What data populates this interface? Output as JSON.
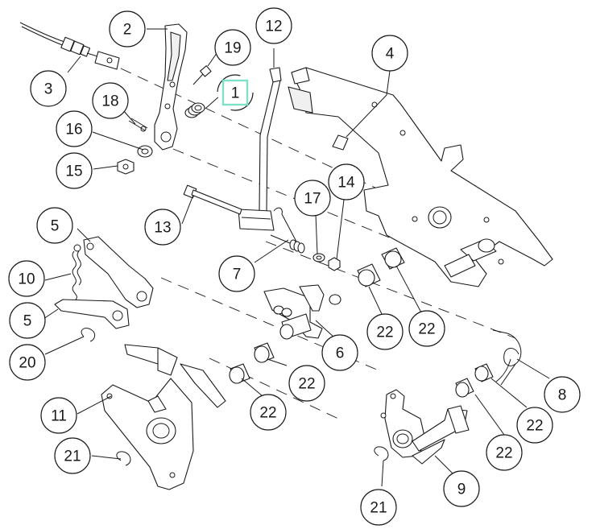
{
  "callouts": [
    {
      "id": "c1",
      "label": "1",
      "highlighted": true
    },
    {
      "id": "c2",
      "label": "2"
    },
    {
      "id": "c3",
      "label": "3"
    },
    {
      "id": "c4",
      "label": "4"
    },
    {
      "id": "c5a",
      "label": "5"
    },
    {
      "id": "c5b",
      "label": "5"
    },
    {
      "id": "c6",
      "label": "6"
    },
    {
      "id": "c7",
      "label": "7"
    },
    {
      "id": "c8",
      "label": "8"
    },
    {
      "id": "c9",
      "label": "9"
    },
    {
      "id": "c10",
      "label": "10"
    },
    {
      "id": "c11",
      "label": "11"
    },
    {
      "id": "c12",
      "label": "12"
    },
    {
      "id": "c13",
      "label": "13"
    },
    {
      "id": "c14",
      "label": "14"
    },
    {
      "id": "c15",
      "label": "15"
    },
    {
      "id": "c16",
      "label": "16"
    },
    {
      "id": "c17",
      "label": "17"
    },
    {
      "id": "c18",
      "label": "18"
    },
    {
      "id": "c19",
      "label": "19"
    },
    {
      "id": "c20",
      "label": "20"
    },
    {
      "id": "c21a",
      "label": "21"
    },
    {
      "id": "c21b",
      "label": "21"
    },
    {
      "id": "c22a",
      "label": "22"
    },
    {
      "id": "c22b",
      "label": "22"
    },
    {
      "id": "c22c",
      "label": "22"
    },
    {
      "id": "c22d",
      "label": "22"
    },
    {
      "id": "c22e",
      "label": "22"
    },
    {
      "id": "c22f",
      "label": "22"
    }
  ],
  "colors": {
    "highlight": "#7fe0c8",
    "line": "#1a1a1a",
    "background": "#ffffff"
  }
}
